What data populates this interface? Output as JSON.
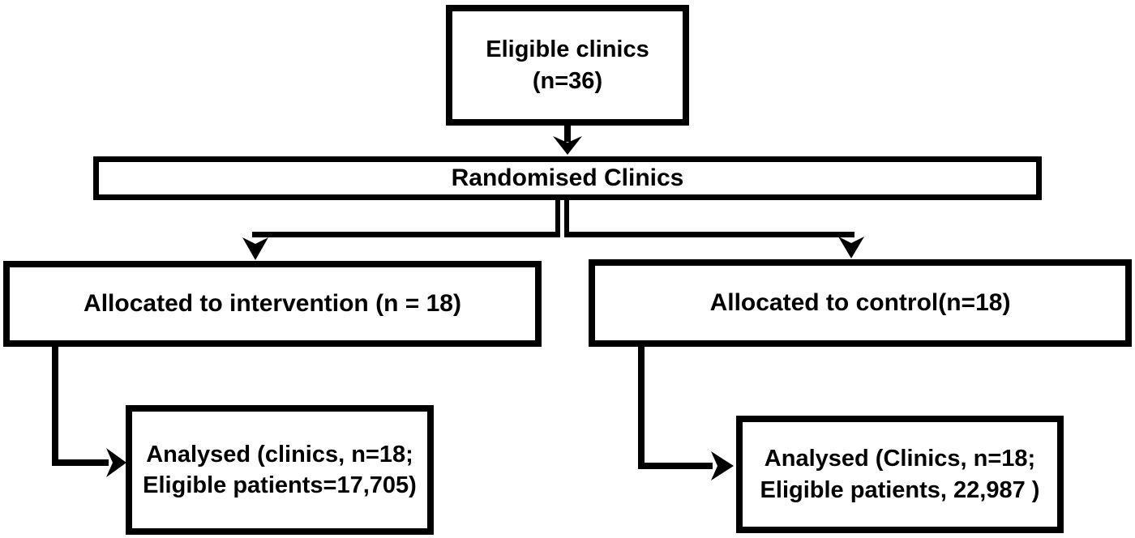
{
  "figure": {
    "background": "#ffffff",
    "line_color": "#000000",
    "box_fill": "#ffffff",
    "box_border_color": "#000000",
    "boxes": {
      "eligible": {
        "lines": [
          "Eligible clinics",
          "(n=36)"
        ]
      },
      "randomised": {
        "lines": [
          "Randomised Clinics"
        ]
      },
      "intervention": {
        "lines": [
          "Allocated to intervention (n = 18)"
        ]
      },
      "control": {
        "lines": [
          "Allocated to control(n=18)"
        ]
      },
      "analysed_intervention": {
        "lines": [
          "Analysed (clinics, n=18;",
          "Eligible patients=17,705)"
        ]
      },
      "analysed_control": {
        "lines": [
          "Analysed (Clinics, n=18;",
          "Eligible patients, 22,987 )"
        ]
      }
    }
  }
}
